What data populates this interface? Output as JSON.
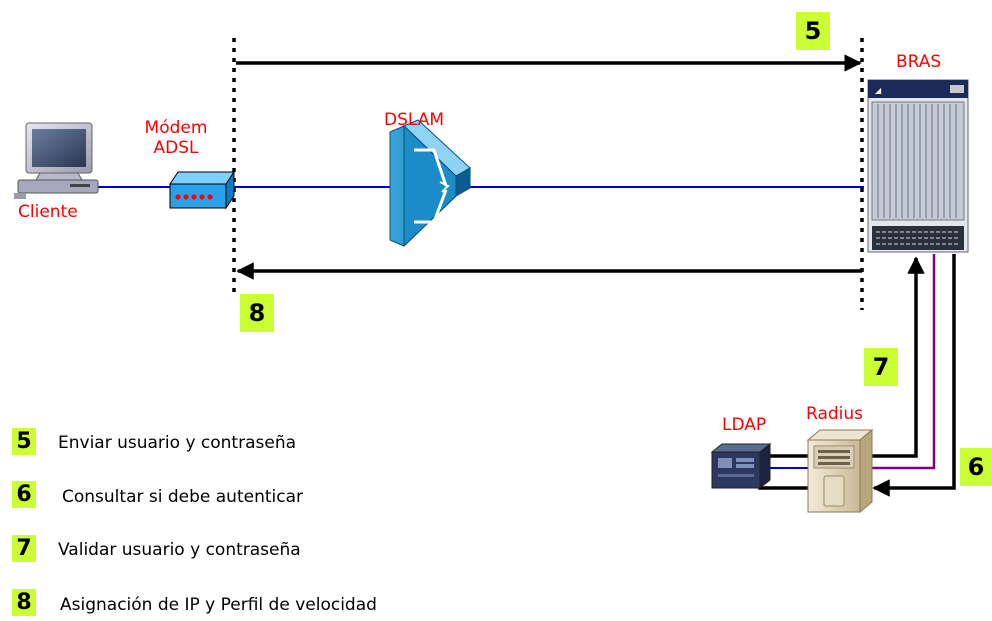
{
  "labels": {
    "cliente": "Cliente",
    "modem_line1": "Módem",
    "modem_line2": "ADSL",
    "dslam": "DSLAM",
    "bras": "BRAS",
    "ldap": "LDAP",
    "radius": "Radius"
  },
  "badges": {
    "top": "5",
    "bottom": "8",
    "mid": "7",
    "right": "6"
  },
  "legend": [
    {
      "num": "5",
      "text": "Enviar usuario y contraseña"
    },
    {
      "num": "6",
      "text": "Consultar si debe autenticar"
    },
    {
      "num": "7",
      "text": "Validar usuario y contraseña"
    },
    {
      "num": "8",
      "text": "Asignación de IP y Perfil de velocidad"
    }
  ],
  "colors": {
    "label_red": "#ff0000",
    "badge_green": "#ccff33",
    "link_blue": "#0000cc",
    "radius_link_purple": "#800080"
  },
  "icons": [
    "computer-icon",
    "modem-icon",
    "dslam-switch-icon",
    "bras-router-icon",
    "ldap-server-icon",
    "radius-server-icon"
  ]
}
